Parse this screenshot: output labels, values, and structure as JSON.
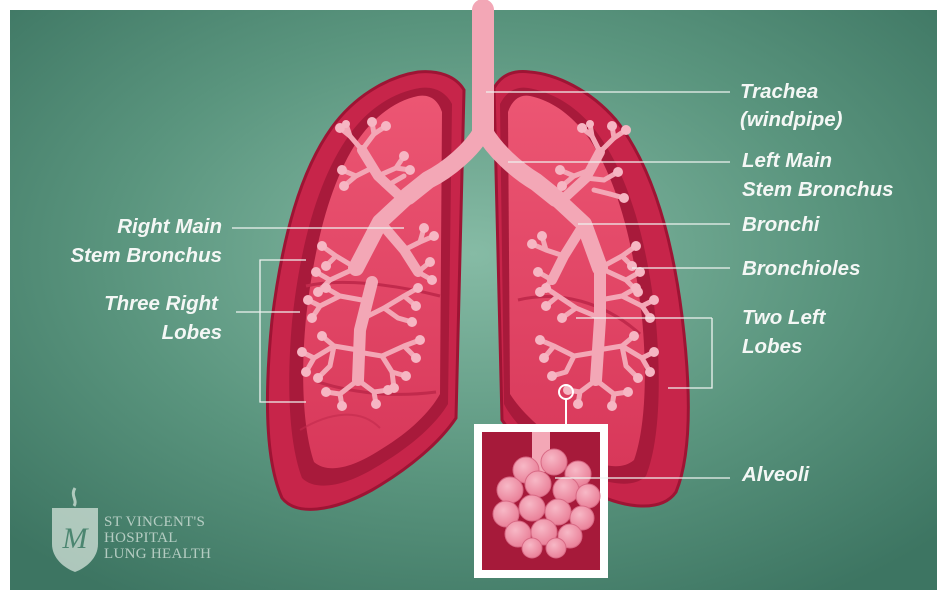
{
  "diagram": {
    "labels": {
      "trachea": [
        "Trachea",
        "(windpipe)"
      ],
      "left_main_stem_bronchus": [
        "Left Main",
        "Stem Bronchus"
      ],
      "bronchi": "Bronchi",
      "bronchioles": "Bronchioles",
      "two_left_lobes": [
        "Two Left",
        "Lobes"
      ],
      "alveoli": "Alveoli",
      "right_main_stem_bronchus": [
        "Right Main",
        "Stem Bronchus"
      ],
      "three_right_lobes": [
        "Three Right",
        "Lobes"
      ]
    },
    "logo": {
      "lines": [
        "ST VINCENT'S",
        "HOSPITAL",
        "LUNG HEALTH"
      ]
    },
    "colors": {
      "background": "#4f8a74",
      "lung": "#e2405f",
      "lung_outline": "#b8193b",
      "airway": "#f3a7b6",
      "label_text": "#f4f7f5"
    }
  }
}
